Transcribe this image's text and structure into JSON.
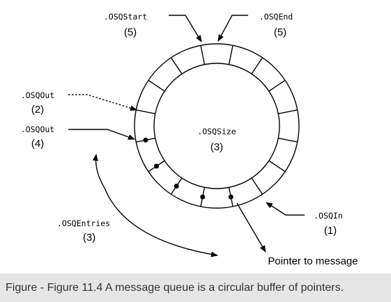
{
  "labels": {
    "osq_start": ".OSQStart",
    "osq_start_num": "(5)",
    "osq_end": ".OSQEnd",
    "osq_end_num": "(5)",
    "osq_out_1": ".OSQOut",
    "osq_out_1_num": "(2)",
    "osq_out_2": ".OSQOut",
    "osq_out_2_num": "(4)",
    "osq_size": ".OSQSize",
    "osq_size_num": "(3)",
    "osq_entries": ".OSQEntries",
    "osq_entries_num": "(3)",
    "osq_in": ".OSQIn",
    "osq_in_num": "(1)",
    "pointer_to_message": "Pointer to message"
  },
  "caption": {
    "prefix": "Figure - ",
    "text": "Figure 11.4 A message queue is a circular buffer of pointers."
  },
  "ring": {
    "segments": 16,
    "filled_slots": 5
  }
}
